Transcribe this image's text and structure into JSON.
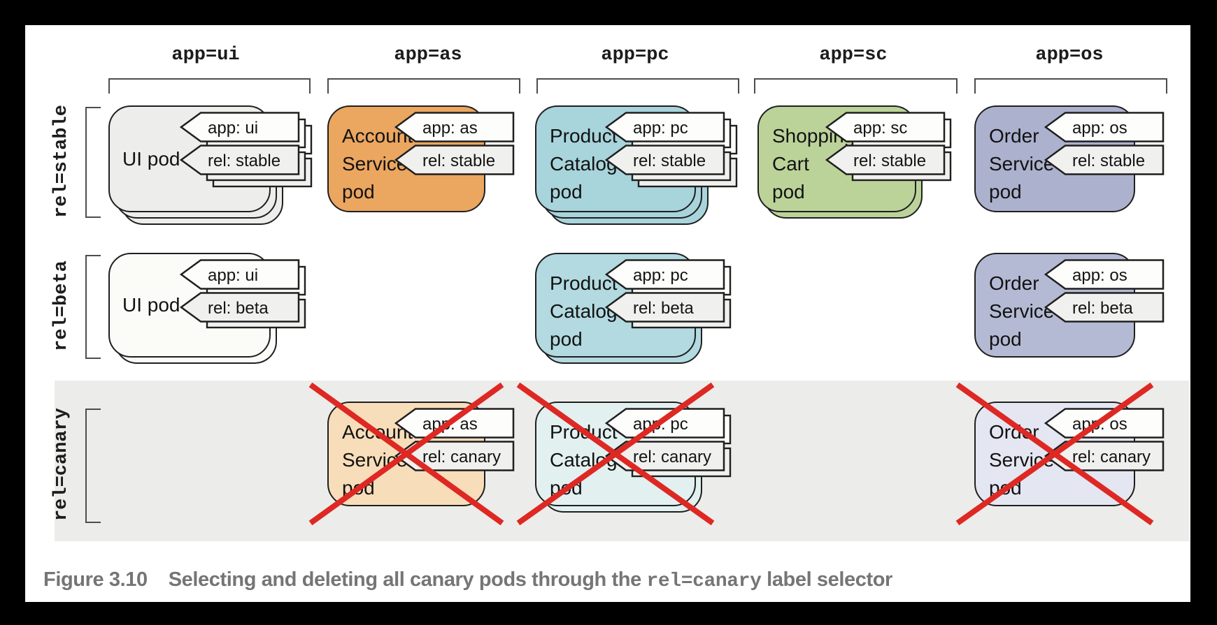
{
  "columns": [
    {
      "id": "ui",
      "header": "app=ui"
    },
    {
      "id": "as",
      "header": "app=as"
    },
    {
      "id": "pc",
      "header": "app=pc"
    },
    {
      "id": "sc",
      "header": "app=sc"
    },
    {
      "id": "os",
      "header": "app=os"
    }
  ],
  "rows": [
    {
      "id": "stable",
      "label": "rel=stable",
      "highlighted": false
    },
    {
      "id": "beta",
      "label": "rel=beta",
      "highlighted": false
    },
    {
      "id": "canary",
      "label": "rel=canary",
      "highlighted": true
    }
  ],
  "pods": [
    {
      "id": "stable-ui",
      "row": "stable",
      "col": "ui",
      "name_lines": [
        "UI pod"
      ],
      "app_label": "app: ui",
      "rel_label": "rel: stable",
      "fill": "#EDEDEB",
      "stack": 3,
      "crossed": false
    },
    {
      "id": "stable-as",
      "row": "stable",
      "col": "as",
      "name_lines": [
        "Account",
        "Service",
        "pod"
      ],
      "app_label": "app: as",
      "rel_label": "rel: stable",
      "fill": "#EBA660",
      "stack": 1,
      "crossed": false
    },
    {
      "id": "stable-pc",
      "row": "stable",
      "col": "pc",
      "name_lines": [
        "Product",
        "Catalog",
        "pod"
      ],
      "app_label": "app: pc",
      "rel_label": "rel: stable",
      "fill": "#A8D4DB",
      "stack": 3,
      "crossed": false
    },
    {
      "id": "stable-sc",
      "row": "stable",
      "col": "sc",
      "name_lines": [
        "Shopping",
        "Cart",
        "pod"
      ],
      "app_label": "app: sc",
      "rel_label": "rel: stable",
      "fill": "#BBD399",
      "stack": 2,
      "crossed": false
    },
    {
      "id": "stable-os",
      "row": "stable",
      "col": "os",
      "name_lines": [
        "Order",
        "Service",
        "pod"
      ],
      "app_label": "app: os",
      "rel_label": "rel: stable",
      "fill": "#ACB1CE",
      "stack": 1,
      "crossed": false
    },
    {
      "id": "beta-ui",
      "row": "beta",
      "col": "ui",
      "name_lines": [
        "UI pod"
      ],
      "app_label": "app: ui",
      "rel_label": "rel: beta",
      "fill": "#FBFBF8",
      "stack": 2,
      "crossed": false
    },
    {
      "id": "beta-pc",
      "row": "beta",
      "col": "pc",
      "name_lines": [
        "Product",
        "Catalog",
        "pod"
      ],
      "app_label": "app: pc",
      "rel_label": "rel: beta",
      "fill": "#B2DAE0",
      "stack": 2,
      "crossed": false
    },
    {
      "id": "beta-os",
      "row": "beta",
      "col": "os",
      "name_lines": [
        "Order",
        "Service",
        "pod"
      ],
      "app_label": "app: os",
      "rel_label": "rel: beta",
      "fill": "#B5BAD4",
      "stack": 1,
      "crossed": false
    },
    {
      "id": "canary-as",
      "row": "canary",
      "col": "as",
      "name_lines": [
        "Account",
        "Service",
        "pod"
      ],
      "app_label": "app: as",
      "rel_label": "rel: canary",
      "fill": "#F8DDBA",
      "stack": 1,
      "crossed": true
    },
    {
      "id": "canary-pc",
      "row": "canary",
      "col": "pc",
      "name_lines": [
        "Product",
        "Catalog",
        "pod"
      ],
      "app_label": "app: pc",
      "rel_label": "rel: canary",
      "fill": "#E2F0F0",
      "stack": 2,
      "crossed": true
    },
    {
      "id": "canary-os",
      "row": "canary",
      "col": "os",
      "name_lines": [
        "Order",
        "Service",
        "pod"
      ],
      "app_label": "app: os",
      "rel_label": "rel: canary",
      "fill": "#E4E6F2",
      "stack": 1,
      "crossed": true
    }
  ],
  "caption": {
    "prefix": "Figure 3.10",
    "body": "Selecting and deleting all canary pods through the ",
    "code": "rel=canary",
    "suffix": " label selector"
  },
  "colors": {
    "canvas": "#FFFFFF",
    "frame": "#000000",
    "outline": "#1F1F1F",
    "bracket": "#4D4D4D",
    "tag_app_fill": "#FDFDFB",
    "tag_rel_fill": "#F0F0EE",
    "cross": "#DE2823",
    "canary_band": "#ECECEA",
    "caption_text": "#757575"
  }
}
